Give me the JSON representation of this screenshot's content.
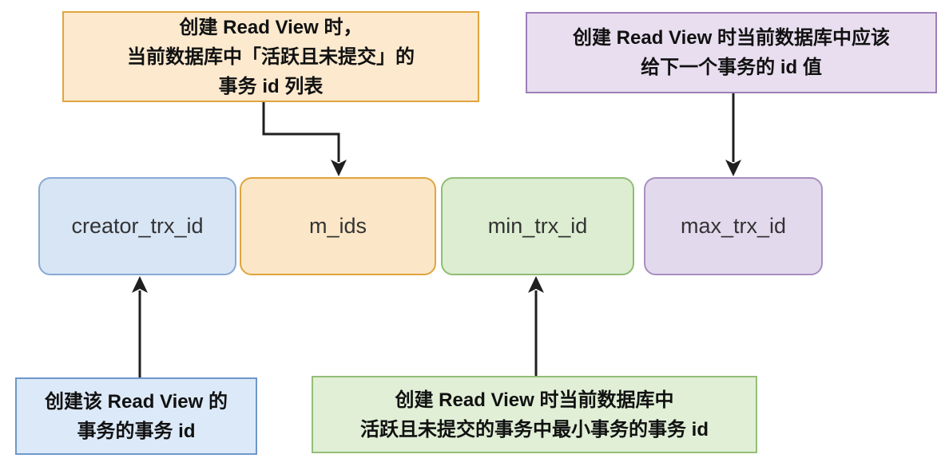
{
  "colors": {
    "background": "#ffffff",
    "arrow": "#1f1f1f",
    "note_text": "#111111",
    "field_text": "#333333"
  },
  "fields": [
    {
      "label": "creator_trx_id",
      "fill": "#d7e5f5",
      "border": "#88a9d4"
    },
    {
      "label": "m_ids",
      "fill": "#fbe6c7",
      "border": "#dfa53e"
    },
    {
      "label": "min_trx_id",
      "fill": "#dcedd1",
      "border": "#90bd74"
    },
    {
      "label": "max_trx_id",
      "fill": "#e3d9ed",
      "border": "#a88fc0"
    }
  ],
  "notes": {
    "m_ids": {
      "lines": [
        "创建 Read View 时，",
        "当前数据库中「活跃且未提交」的",
        "事务 id 列表"
      ],
      "fill": "#fce9ce",
      "border": "#dfa53e"
    },
    "max_trx_id": {
      "lines": [
        "创建 Read View 时当前数据库中应该",
        "给下一个事务的 id 值"
      ],
      "fill": "#e8deef",
      "border": "#9d7fb8"
    },
    "creator_trx_id": {
      "lines": [
        "创建该 Read View 的",
        "事务的事务 id"
      ],
      "fill": "#dce9f8",
      "border": "#6f97c9"
    },
    "min_trx_id": {
      "lines": [
        "创建 Read View 时当前数据库中",
        "活跃且未提交的事务中最小事务的事务 id"
      ],
      "fill": "#e0efd6",
      "border": "#94be77"
    }
  }
}
